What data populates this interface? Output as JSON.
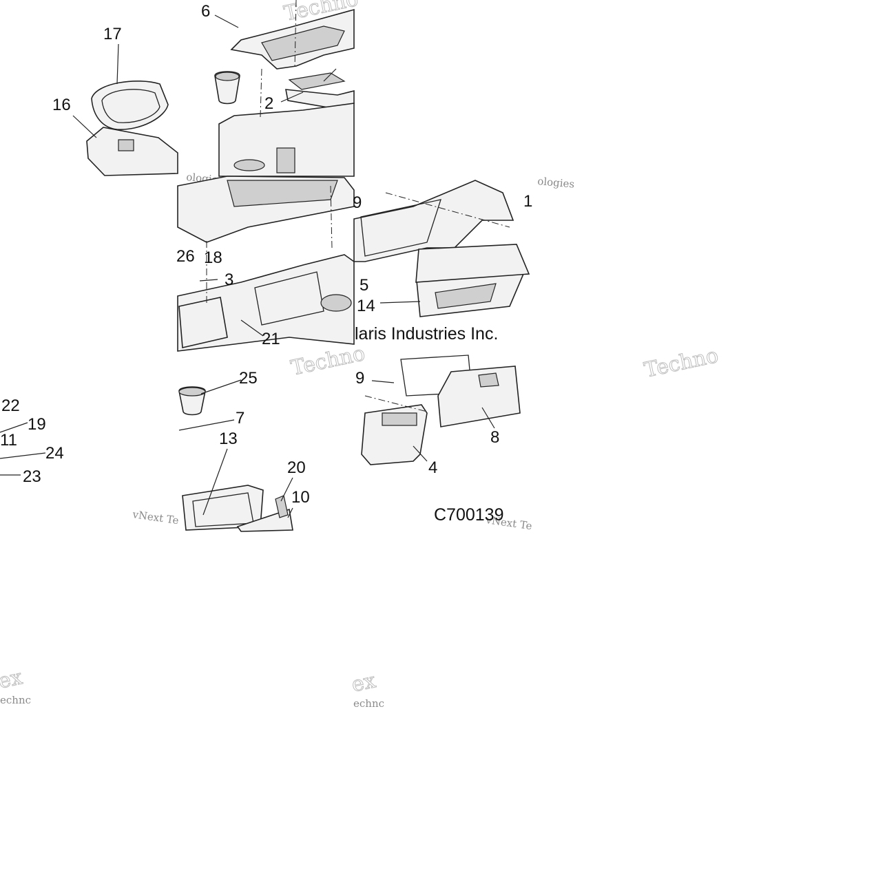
{
  "diagram": {
    "callouts": [
      "17",
      "16",
      "6",
      "2",
      "1",
      "9",
      "26",
      "18",
      "3",
      "5",
      "14",
      "21",
      "25",
      "7",
      "13",
      "22",
      "19",
      "11",
      "24",
      "23",
      "20",
      "10",
      "9",
      "8",
      "4"
    ],
    "copyright_text": "laris Industries Inc.",
    "figure_code": "C700139",
    "watermarks": {
      "large": "Techno",
      "small_1": "vNext Te",
      "small_2": "ologies",
      "small_3": "ex",
      "small_4": "echnc"
    }
  }
}
